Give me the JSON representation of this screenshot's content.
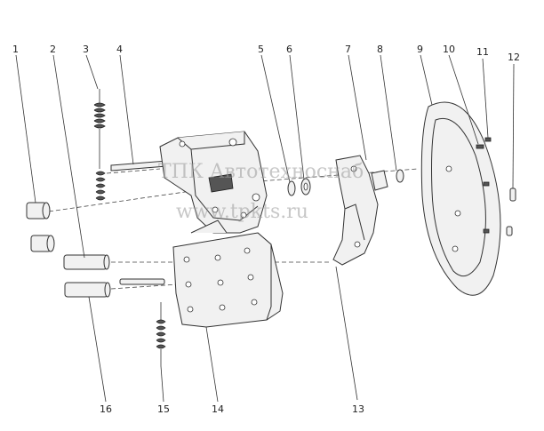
{
  "diagram": {
    "callouts": [
      {
        "id": "1",
        "label": "1"
      },
      {
        "id": "2",
        "label": "2"
      },
      {
        "id": "3",
        "label": "3"
      },
      {
        "id": "4",
        "label": "4"
      },
      {
        "id": "5",
        "label": "5"
      },
      {
        "id": "6",
        "label": "6"
      },
      {
        "id": "7",
        "label": "7"
      },
      {
        "id": "8",
        "label": "8"
      },
      {
        "id": "9",
        "label": "9"
      },
      {
        "id": "10",
        "label": "10"
      },
      {
        "id": "11",
        "label": "11"
      },
      {
        "id": "12",
        "label": "12"
      },
      {
        "id": "13",
        "label": "13"
      },
      {
        "id": "14",
        "label": "14"
      },
      {
        "id": "15",
        "label": "15"
      },
      {
        "id": "16",
        "label": "16"
      }
    ],
    "watermark_line1": "ТПК Автотехноснаб",
    "watermark_line2": "www.tpkts.ru"
  }
}
